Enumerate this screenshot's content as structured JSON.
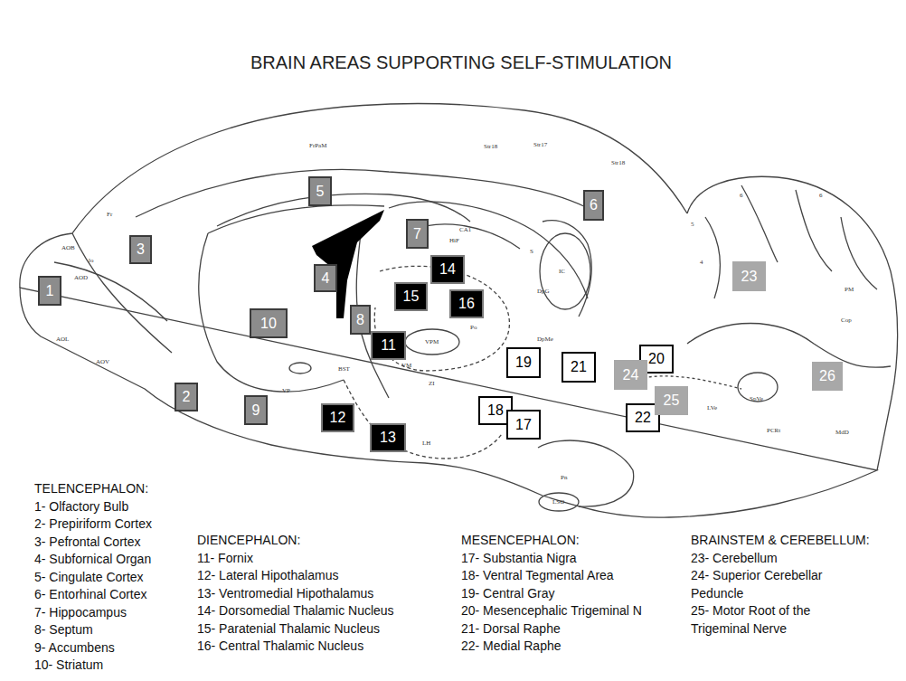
{
  "diagram": {
    "title": "BRAIN AREAS SUPPORTING SELF-STIMULATION",
    "nodes": [
      {
        "text": [
          "1"
        ]
      },
      {
        "text": [
          "2"
        ]
      },
      {
        "text": [
          "3"
        ]
      },
      {
        "text": [
          "4"
        ]
      },
      {
        "text": [
          "5"
        ]
      },
      {
        "text": [
          "6"
        ]
      },
      {
        "text": [
          "7"
        ]
      },
      {
        "text": [
          "8"
        ]
      },
      {
        "text": [
          "9"
        ]
      },
      {
        "text": [
          "10"
        ]
      },
      {
        "text": [
          "11"
        ]
      },
      {
        "text": [
          "12"
        ]
      },
      {
        "text": [
          "13"
        ]
      },
      {
        "text": [
          "14"
        ]
      },
      {
        "text": [
          "15"
        ]
      },
      {
        "text": [
          "16"
        ]
      },
      {
        "text": [
          "18"
        ]
      },
      {
        "text": [
          "17"
        ]
      },
      {
        "text": [
          "19"
        ]
      },
      {
        "text": [
          "20"
        ]
      },
      {
        "text": [
          "21"
        ]
      },
      {
        "text": [
          "24"
        ]
      },
      {
        "text": [
          "22"
        ]
      },
      {
        "text": [
          "25"
        ]
      },
      {
        "text": [
          "23"
        ]
      },
      {
        "text": [
          "26"
        ]
      }
    ],
    "labels": [
      "FrPaM",
      "Str18",
      "Str17",
      "Str18",
      "Fr",
      "AOB",
      "lo",
      "AOD",
      "AOL",
      "AOV",
      "CA1",
      "HiF",
      "S",
      "IC",
      "DpG",
      "DpMe",
      "Po",
      "VPM",
      "VM",
      "ZI",
      "BST",
      "VP",
      "LH",
      "Pn",
      "LSO",
      "PCRt",
      "MdD",
      "SpVe",
      "LVe",
      "PM",
      "Cop",
      "4",
      "5",
      "6",
      "6",
      "TELENCEPHALON:",
      "1- Olfactory Bulb",
      "2- Prepiriform Cortex",
      "3- Pefrontal Cortex",
      "4- Subfornical Organ",
      "5- Cingulate Cortex",
      "6- Entorhinal Cortex",
      "7- Hippocampus",
      "8- Septum",
      "9- Accumbens",
      "10- Striatum",
      "DIENCEPHALON:",
      "11- Fornix",
      "12- Lateral Hipothalamus",
      "13- Ventromedial Hipothalamus",
      "14- Dorsomedial Thalamic Nucleus",
      "15- Paratenial Thalamic Nucleus",
      "16- Central Thalamic Nucleus",
      "MESENCEPHALON:",
      "17- Substantia Nigra",
      "18- Ventral Tegmental Area",
      "19- Central Gray",
      "20- Mesencephalic Trigeminal N",
      "21- Dorsal Raphe",
      "22- Medial Raphe",
      "BRAINSTEM & CEREBELLUM:",
      "23- Cerebellum",
      "24- Superior Cerebellar Peduncle",
      "25- Motor Root of the Trigeminal Nerve"
    ]
  }
}
